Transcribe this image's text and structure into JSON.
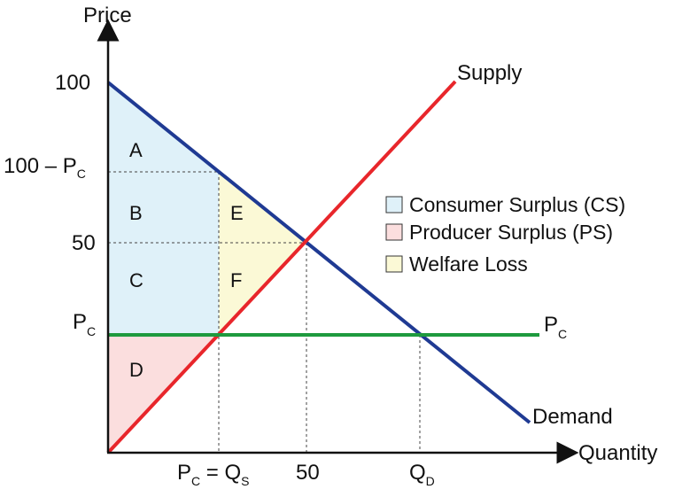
{
  "axes": {
    "y_title": "Price",
    "x_title": "Quantity"
  },
  "y_ticks": {
    "t100": "100",
    "t100pc_main": "100 – P",
    "t100pc_sub": "C",
    "t50": "50",
    "tpc_main": "P",
    "tpc_sub": "C"
  },
  "x_ticks": {
    "pc_main": "P",
    "pc_sub": "C",
    "eq": " = Q",
    "qs_sub": "S",
    "t50": "50",
    "qd_main": "Q",
    "qd_sub": "D"
  },
  "curves": {
    "supply": "Supply",
    "demand": "Demand",
    "price_ceiling_main": "P",
    "price_ceiling_sub": "C"
  },
  "regions": {
    "A": "A",
    "B": "B",
    "C": "C",
    "D": "D",
    "E": "E",
    "F": "F"
  },
  "legend": [
    {
      "label": "Consumer Surplus (CS)",
      "color": "#dff1f9"
    },
    {
      "label": "Producer Surplus (PS)",
      "color": "#fbdede"
    },
    {
      "label": "Welfare Loss",
      "color": "#fbf9d6"
    }
  ],
  "colors": {
    "demand": "#1f3a93",
    "supply": "#e8262b",
    "ceiling": "#1e9a3e",
    "cs_fill": "#dff1f9",
    "ps_fill": "#fbdede",
    "dwl_fill": "#fbf9d6"
  }
}
